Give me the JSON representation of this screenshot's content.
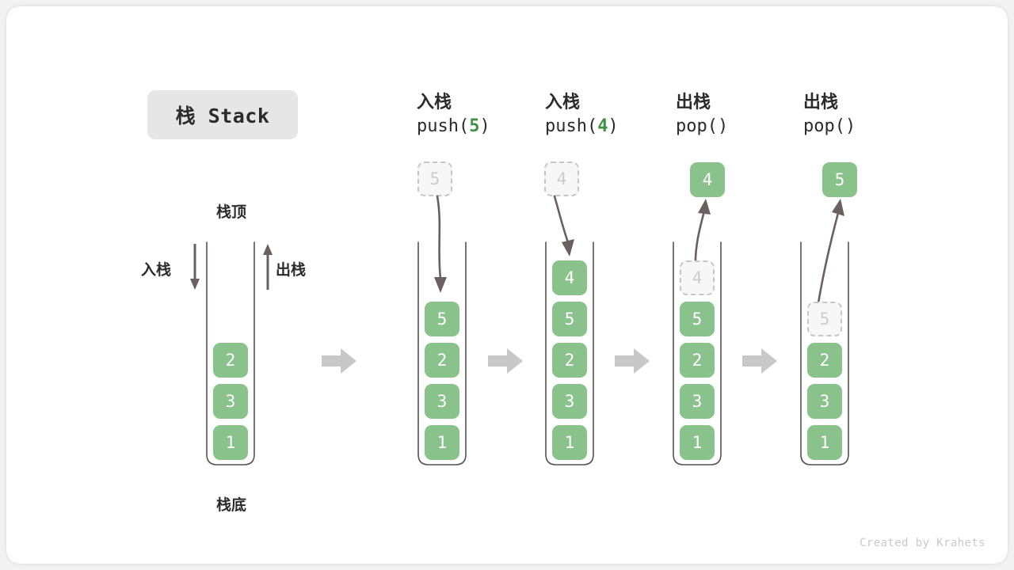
{
  "title": {
    "text": "栈 Stack"
  },
  "colors": {
    "cell_green": "#8ac28c",
    "code_accent": "#3f9142",
    "ghost_border": "#c6c6c6",
    "ghost_fill": "#f7f7f7",
    "flow_arrow": "#c8c8c8",
    "tube_stroke": "#5a5050",
    "text": "#2b2b2b",
    "badge_bg": "#e6e6e6",
    "footer_text": "#c9c9c9"
  },
  "labels": {
    "top": "栈顶",
    "bottom": "栈底",
    "push_side": "入栈",
    "pop_side": "出栈"
  },
  "icons": {
    "push_arrow": "arrow-down-icon",
    "pop_arrow": "arrow-up-icon",
    "flow": "flow-arrow-right-icon",
    "curve_in": "curved-arrow-into-stack-icon",
    "curve_out": "curved-arrow-out-of-stack-icon"
  },
  "stages": [
    {
      "id": "initial",
      "heading_cn": "",
      "heading_code": "",
      "code_prefix": "",
      "code_number": "",
      "code_suffix": "",
      "floating": null,
      "stack": [
        "2",
        "3",
        "1"
      ],
      "ghost_top": null
    },
    {
      "id": "push-5",
      "heading_cn": "入栈",
      "heading_code": "push(5)",
      "code_prefix": "push(",
      "code_number": "5",
      "code_suffix": ")",
      "floating": {
        "value": "5",
        "style": "ghost"
      },
      "stack": [
        "5",
        "2",
        "3",
        "1"
      ],
      "ghost_top": null
    },
    {
      "id": "push-4",
      "heading_cn": "入栈",
      "heading_code": "push(4)",
      "code_prefix": "push(",
      "code_number": "4",
      "code_suffix": ")",
      "floating": {
        "value": "4",
        "style": "ghost"
      },
      "stack": [
        "4",
        "5",
        "2",
        "3",
        "1"
      ],
      "ghost_top": null
    },
    {
      "id": "pop-4",
      "heading_cn": "出栈",
      "heading_code": "pop()",
      "code_prefix": "pop(",
      "code_number": "",
      "code_suffix": ")",
      "floating": {
        "value": "4",
        "style": "solid"
      },
      "stack": [
        "5",
        "2",
        "3",
        "1"
      ],
      "ghost_top": "4"
    },
    {
      "id": "pop-5",
      "heading_cn": "出栈",
      "heading_code": "pop()",
      "code_prefix": "pop(",
      "code_number": "",
      "code_suffix": ")",
      "floating": {
        "value": "5",
        "style": "solid"
      },
      "stack": [
        "2",
        "3",
        "1"
      ],
      "ghost_top": "5"
    }
  ],
  "footer": {
    "credit": "Created by Krahets"
  }
}
